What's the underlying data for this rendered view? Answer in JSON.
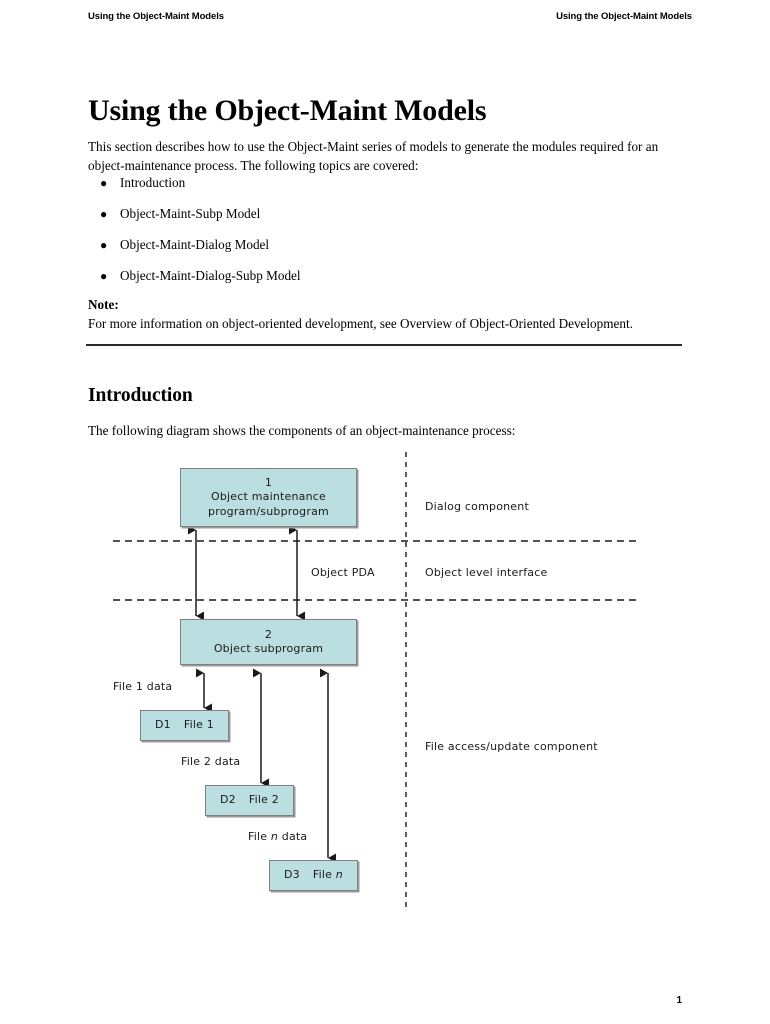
{
  "header": {
    "left_text": "Using the Object-Maint Models",
    "right_text": "Using the Object-Maint Models"
  },
  "page": {
    "title": "Using the Object-Maint Models",
    "intro_paragraph": "This section describes how to use the Object-Maint series of models to generate the modules required for an object-maintenance process. The following topics are covered:",
    "page_number": "1"
  },
  "topics": {
    "bullet_glyph": "●",
    "items": [
      {
        "label": "Introduction"
      },
      {
        "label": "Object-Maint-Subp Model"
      },
      {
        "label": "Object-Maint-Dialog Model"
      },
      {
        "label": "Object-Maint-Dialog-Subp Model"
      }
    ]
  },
  "note": {
    "label": "Note:",
    "text": "For more information on object-oriented development, see Overview of Object-Oriented Development."
  },
  "introduction": {
    "heading": "Introduction",
    "paragraph": "The following diagram shows the components of an object-maintenance process:"
  },
  "diagram": {
    "box_fill": "#bbdee1",
    "box_border": "#808080",
    "line_color": "#1a1a1a",
    "boxes": {
      "program": {
        "number": "1",
        "line1": "Object maintenance",
        "line2": "program/subprogram"
      },
      "subprogram": {
        "number": "2",
        "line1": "Object subprogram"
      },
      "file1": {
        "id": "D1",
        "name": "File 1"
      },
      "file2": {
        "id": "D2",
        "name": "File 2"
      },
      "file3": {
        "id": "D3",
        "name_prefix": "File ",
        "name_italic": "n"
      }
    },
    "labels": {
      "dialog_component": "Dialog component",
      "object_pda": "Object PDA",
      "object_level_interface": "Object level interface",
      "file_access_component": "File access/update component",
      "file1_data": "File 1 data",
      "file2_data": "File 2 data",
      "filen_data_prefix": "File ",
      "filen_data_italic": "n",
      "filen_data_suffix": " data"
    }
  }
}
